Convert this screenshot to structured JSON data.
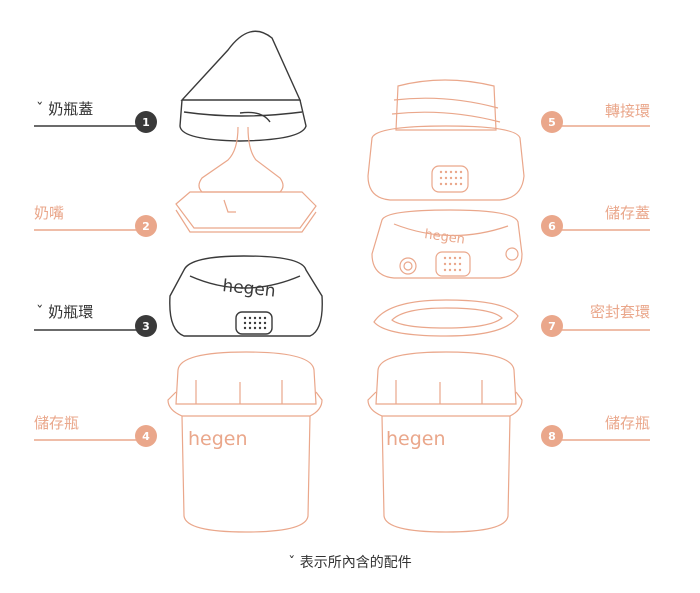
{
  "colors": {
    "accent": "#eaa78b",
    "dark": "#3a3a3a",
    "text": "#333333"
  },
  "brand": "hegen",
  "parts": [
    {
      "num": "1",
      "label": "ˇ 奶瓶蓋",
      "tone": "dark"
    },
    {
      "num": "2",
      "label": "奶嘴",
      "tone": "peach"
    },
    {
      "num": "3",
      "label": "ˇ 奶瓶環",
      "tone": "dark"
    },
    {
      "num": "4",
      "label": "儲存瓶",
      "tone": "peach"
    },
    {
      "num": "5",
      "label": "轉接環",
      "tone": "peach"
    },
    {
      "num": "6",
      "label": "儲存蓋",
      "tone": "peach"
    },
    {
      "num": "7",
      "label": "密封套環",
      "tone": "peach"
    },
    {
      "num": "8",
      "label": "儲存瓶",
      "tone": "peach"
    }
  ],
  "footnote": "ˇ 表示所內含的配件"
}
